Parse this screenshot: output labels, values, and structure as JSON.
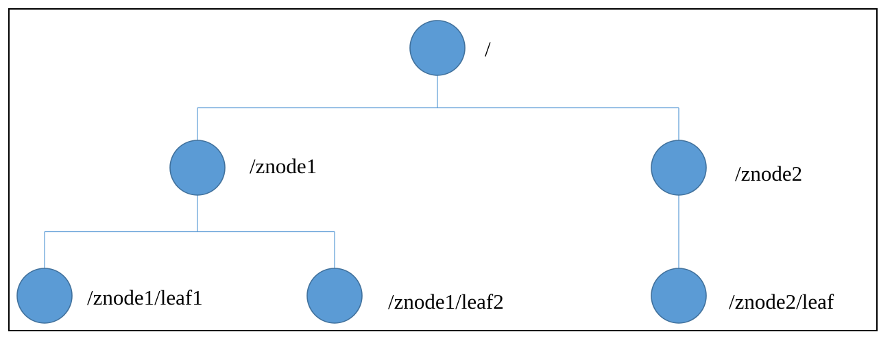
{
  "diagram": {
    "type": "tree",
    "node_color": "#5B9BD5",
    "node_stroke": "#41719C",
    "edge_color": "#5B9BD5",
    "nodes": [
      {
        "id": "root",
        "label": "/",
        "parent": null
      },
      {
        "id": "znode1",
        "label": "/znode1",
        "parent": "root"
      },
      {
        "id": "znode2",
        "label": "/znode2",
        "parent": "root"
      },
      {
        "id": "znode1-leaf1",
        "label": "/znode1/leaf1",
        "parent": "znode1"
      },
      {
        "id": "znode1-leaf2",
        "label": "/znode1/leaf2",
        "parent": "znode1"
      },
      {
        "id": "znode2-leaf",
        "label": "/znode2/leaf",
        "parent": "znode2"
      }
    ]
  }
}
